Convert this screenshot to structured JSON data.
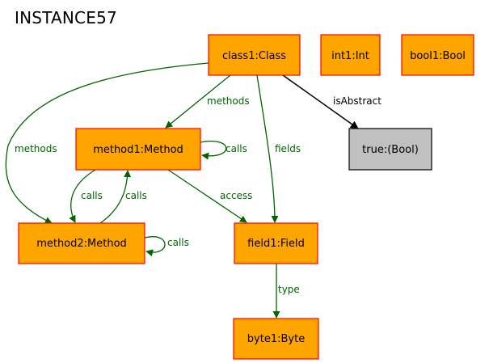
{
  "title": "INSTANCE57",
  "colors": {
    "node_fill": "#FFA500",
    "node_stroke": "#FF0000",
    "value_fill": "#C0C0C0",
    "value_stroke": "#000000",
    "edge_green": "#006400",
    "edge_black": "#000000"
  },
  "nodes": {
    "class1": "class1:Class",
    "int1": "int1:Int",
    "bool1": "bool1:Bool",
    "method1": "method1:Method",
    "true_value": "true:(Bool)",
    "method2": "method2:Method",
    "field1": "field1:Field",
    "byte1": "byte1:Byte"
  },
  "edges": {
    "class1_method1": "methods",
    "class1_method2": "methods",
    "class1_field1": "fields",
    "class1_true": "isAbstract",
    "method1_self": "calls",
    "method1_method2": "calls",
    "method2_method1": "calls",
    "method1_field1": "access",
    "method2_self": "calls",
    "field1_byte1": "type"
  }
}
